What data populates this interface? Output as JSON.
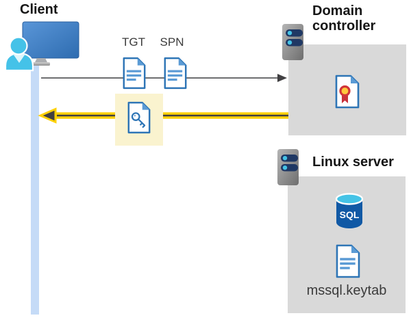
{
  "client": {
    "label": "Client"
  },
  "tickets": {
    "tgt_label": "TGT",
    "spn_label": "SPN"
  },
  "domain_controller": {
    "label": "Domain controller"
  },
  "linux_server": {
    "label": "Linux server",
    "file_label": "mssql.keytab"
  },
  "sql": {
    "label": "SQL"
  },
  "icons": {
    "client": "person-at-monitor-icon",
    "tgt": "document-icon",
    "spn": "document-icon",
    "service_ticket": "key-document-icon",
    "domain_controller": "server-icon",
    "linux_server": "server-icon",
    "certificate": "certificate-icon",
    "database": "sql-database-icon",
    "keytab_file": "document-icon",
    "request": "right-arrow-icon",
    "response": "left-arrow-icon"
  },
  "colors": {
    "heading_text": "#161616",
    "label_text": "#3B3B3B",
    "doc_border": "#2E75B6",
    "doc_lines": "#5B9BD5",
    "doc_fold": "#5B9BD5",
    "monitor_top": "#5A96D8",
    "monitor_bottom": "#2E6CB0",
    "person": "#45C2E8",
    "timeline_bar": "#C5DBF7",
    "request_arrow": "#58595B",
    "arrowhead": "#414042",
    "response_arrow_yellow": "#FFD104",
    "highlight": "#FAF3CF",
    "box_gray": "#D9D9D9",
    "server_body_top": "#B5B5B5",
    "server_body_bottom": "#6E6E6E",
    "server_bar": "#1F3864",
    "server_dot": "#45C3E6",
    "sql_body": "#1159A5",
    "sql_top": "#45C3E6",
    "medal_fill": "#FFC83D",
    "medal_ring": "#D13438",
    "ribbon": "#C8313B"
  }
}
